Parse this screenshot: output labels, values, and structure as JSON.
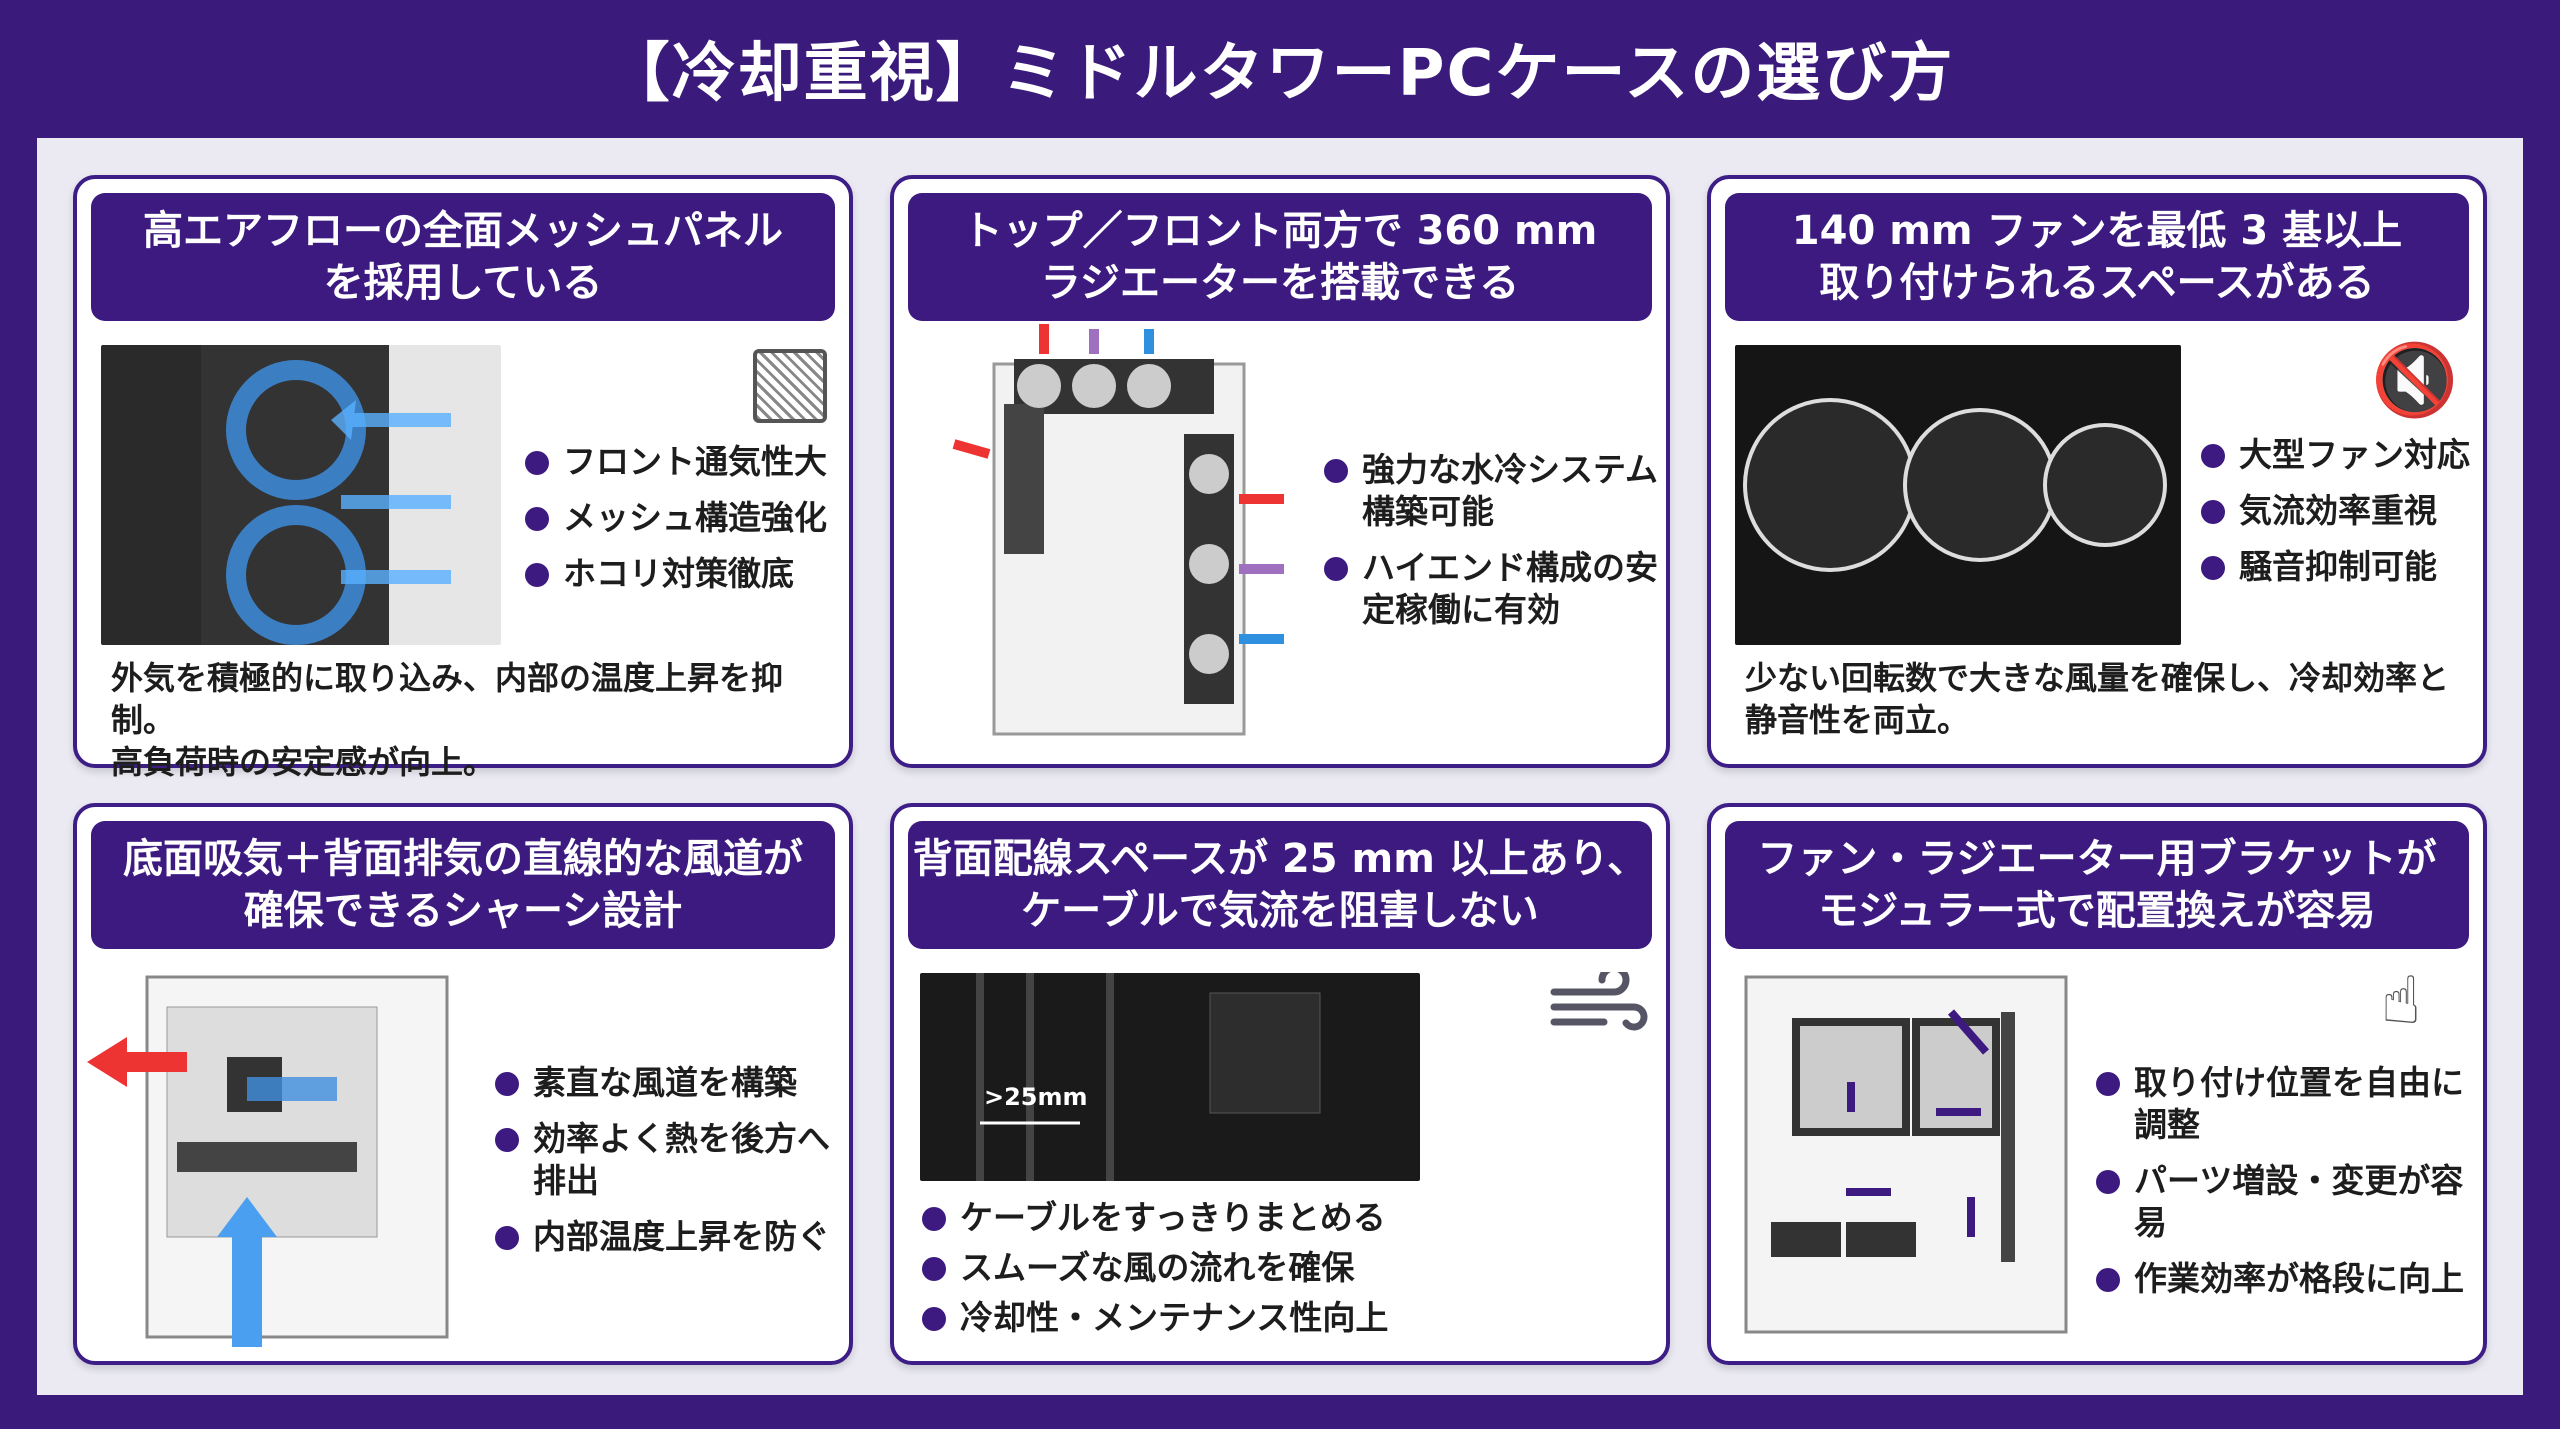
{
  "title": "【冷却重視】ミドルタワーPCケースの選び方",
  "cards": [
    {
      "header": [
        "高エアフローの全面メッシュパネル",
        "を採用している"
      ],
      "icon": "mesh-filter-icon",
      "bullets": [
        "フロント通気性大",
        "メッシュ構造強化",
        "ホコリ対策徹底"
      ],
      "desc": [
        "外気を積極的に取り込み、内部の温度上昇を抑制。",
        "高負荷時の安定感が向上。"
      ]
    },
    {
      "header": [
        "トップ／フロント両方で 360 mm",
        "ラジエーターを搭載できる"
      ],
      "bullets": [
        "強力な水冷システム構築可能",
        "ハイエンド構成の安定稼働に有効"
      ]
    },
    {
      "header": [
        "140 mm ファンを最低 3 基以上",
        "取り付けられるスペースがある"
      ],
      "icon": "speaker-mute-icon",
      "bullets": [
        "大型ファン対応",
        "気流効率重視",
        "騒音抑制可能"
      ],
      "desc": [
        "少ない回転数で大きな風量を確保し、冷却効率と",
        "静音性を両立。"
      ]
    },
    {
      "header": [
        "底面吸気＋背面排気の直線的な風道が",
        "確保できるシャーシ設計"
      ],
      "bullets": [
        "素直な風道を構築",
        "効率よく熱を後方へ排出",
        "内部温度上昇を防ぐ"
      ]
    },
    {
      "header": [
        "背面配線スペースが 25 mm 以上あり、",
        "ケーブルで気流を阻害しない"
      ],
      "icon": "wind-icon",
      "image_label": ">25mm",
      "bullets": [
        "ケーブルをすっきりまとめる",
        "スムーズな風の流れを確保",
        "冷却性・メンテナンス性向上"
      ]
    },
    {
      "header": [
        "ファン・ラジエーター用ブラケットが",
        "モジュラー式で配置換えが容易"
      ],
      "icon": "hand-rotate-icon",
      "bullets": [
        "取り付け位置を自由に調整",
        "パーツ増設・変更が容易",
        "作業効率が格段に向上"
      ]
    }
  ],
  "colors": {
    "background": "#3a1b7c",
    "header": "#3c1a80",
    "panel": "#ebeaf3"
  }
}
